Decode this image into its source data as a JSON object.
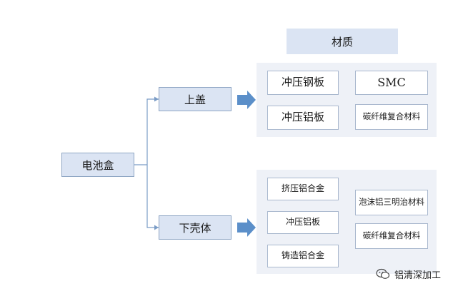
{
  "header": {
    "title": "材质"
  },
  "root": {
    "label": "电池盒"
  },
  "upper": {
    "label": "上盖",
    "materials": [
      {
        "label": "冲压钢板"
      },
      {
        "label": "SMC"
      },
      {
        "label": "冲压铝板"
      },
      {
        "label": "碳纤维复合材料"
      }
    ]
  },
  "lower": {
    "label": "下壳体",
    "materials": [
      {
        "label": "挤压铝合金"
      },
      {
        "label": "泡沫铝三明治材料"
      },
      {
        "label": "冲压铝板"
      },
      {
        "label": "碳纤维复合材料"
      },
      {
        "label": "铸造铝合金"
      }
    ]
  },
  "watermark": {
    "text": "铝清深加工",
    "icon": "wechat-icon"
  },
  "colors": {
    "node_fill": "#dbe4f3",
    "panel_fill": "#eef1f7",
    "connector": "#7a9cc6",
    "arrow": "#5b8fc9"
  }
}
